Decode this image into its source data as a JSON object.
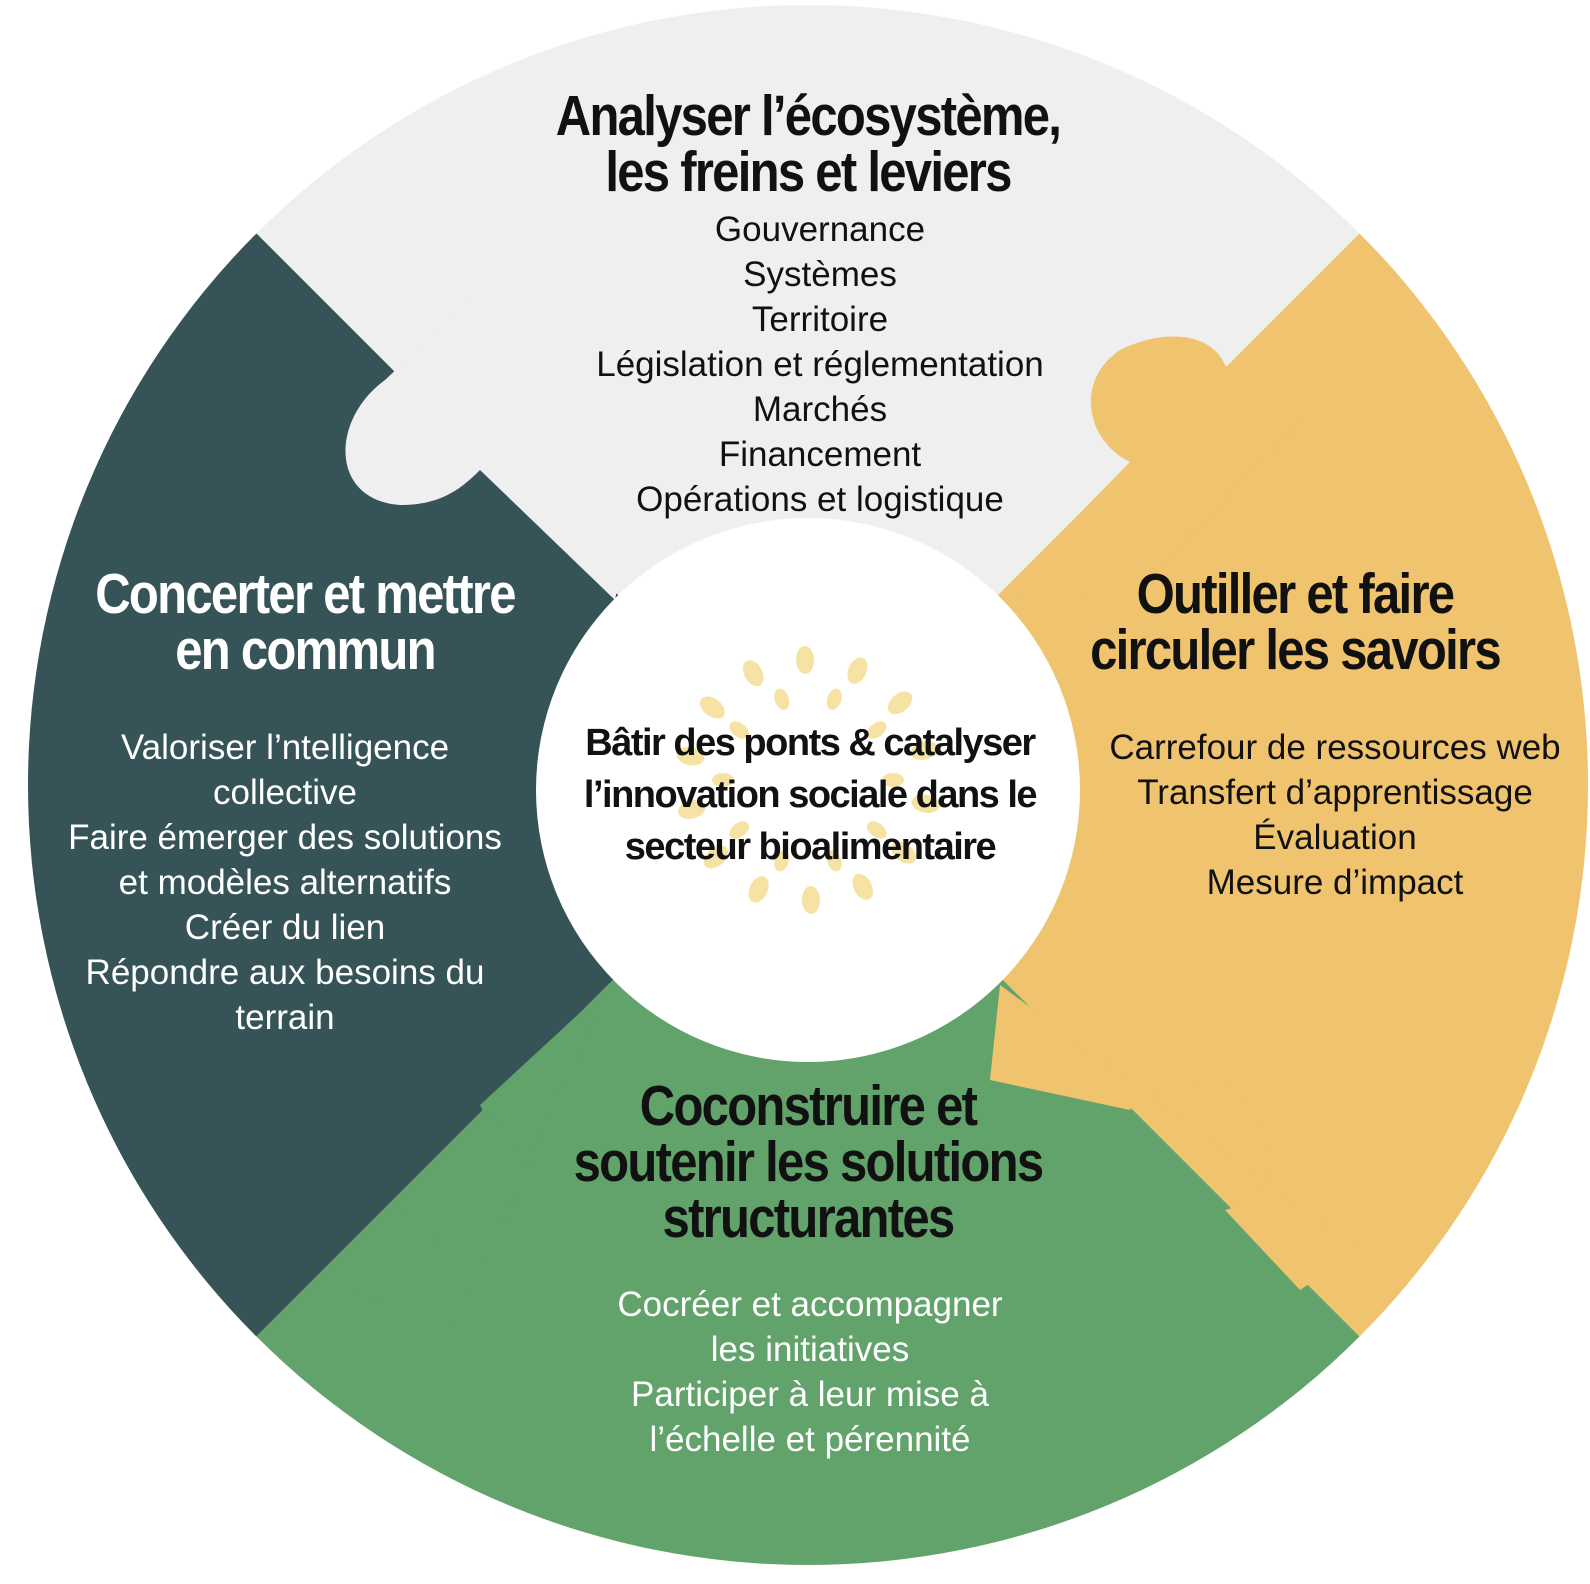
{
  "colors": {
    "top": "#efefef",
    "left": "#365358",
    "right": "#f0c36f",
    "bottom": "#62a36b",
    "center": "#ffffff",
    "sun": "#f6e3a3",
    "dark_text": "#111111",
    "light_text": "#ffffff"
  },
  "center": {
    "logo_icon": "sun-dots-icon",
    "lines": [
      "Bâtir des ponts & catalyser",
      "l’innovation  sociale dans le",
      "secteur bioalimentaire"
    ]
  },
  "sections": {
    "top": {
      "title_lines": [
        "Analyser l’écosystème,",
        "les freins et leviers"
      ],
      "items": [
        "Gouvernance",
        "Systèmes",
        "Territoire",
        "Législation et réglementation",
        "Marchés",
        "Financement",
        "Opérations et logistique"
      ]
    },
    "left": {
      "title_lines": [
        "Concerter et mettre",
        "en commun"
      ],
      "items": [
        "Valoriser l’ntelligence",
        "collective",
        "Faire émerger des solutions",
        "et modèles alternatifs",
        "Créer du lien",
        "Répondre aux besoins du",
        "terrain"
      ]
    },
    "right": {
      "title_lines": [
        "Outiller et faire",
        "circuler les savoirs"
      ],
      "items": [
        "Carrefour de ressources web",
        "Transfert d’apprentissage",
        "Évaluation",
        "Mesure d’impact"
      ]
    },
    "bottom": {
      "title_lines": [
        "Coconstruire et",
        "soutenir les solutions",
        "structurantes"
      ],
      "items": [
        "Cocréer et accompagner",
        "les initiatives",
        "Participer à leur mise à",
        "l’échelle et pérennité"
      ]
    }
  }
}
